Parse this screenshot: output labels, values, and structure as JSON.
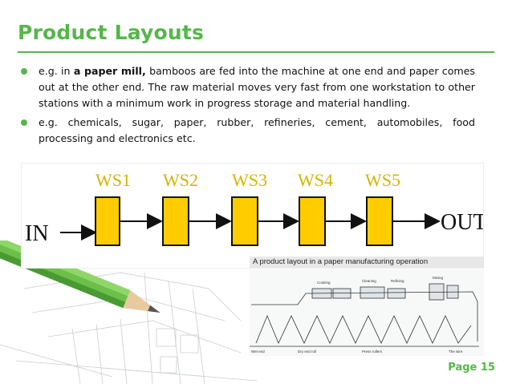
{
  "slide": {
    "title": "Product Layouts",
    "bullets": [
      {
        "prefix": "e.g. in ",
        "bold": "a paper mill,",
        "text": " bamboos are fed into the machine at one end and paper comes out at the other end. The raw material moves very fast from one workstation to other stations with a minimum work in progress storage and material handling."
      },
      {
        "prefix": "",
        "bold": "",
        "text": "e.g. chemicals, sugar, paper, rubber, refineries, cement, automobiles, food processing and electronics etc."
      }
    ],
    "flow": {
      "input_label": "IN",
      "output_label": "OUT",
      "stations": [
        "WS1",
        "WS2",
        "WS3",
        "WS4",
        "WS5"
      ]
    },
    "mill": {
      "caption": "A product layout in a paper manufacturing operation",
      "stage_labels": [
        "Cooking",
        "Cleaning",
        "Refining",
        "Mixing",
        "Wet end",
        "Dry end roll",
        "Press rollers",
        "The wire"
      ]
    },
    "page_number": "Page 15"
  },
  "colors": {
    "accent_green": "#56b64a",
    "station_yellow": "#ffcc00",
    "station_label": "#d4b400"
  }
}
